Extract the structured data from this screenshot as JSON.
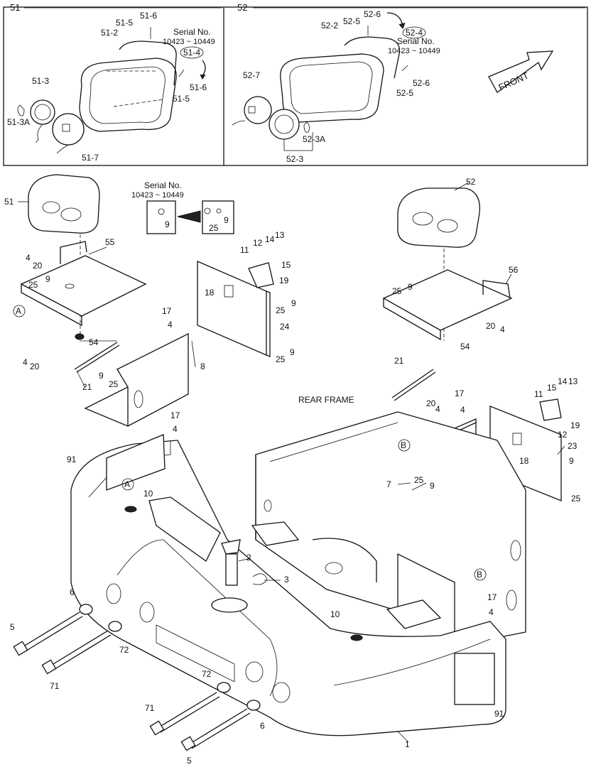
{
  "panels": {
    "left_title": "51",
    "right_title": "52"
  },
  "detail_51": {
    "labels": [
      "51-6",
      "51-5",
      "51-2",
      "51-3",
      "51-3A",
      "51-7",
      "51-6",
      "51-5"
    ],
    "serial_label": "Serial No.",
    "serial_range": "10423 ~ 10449",
    "serial_ref": "51-4"
  },
  "detail_52": {
    "labels": [
      "52-6",
      "52-5",
      "52-2",
      "52-7",
      "52-3A",
      "52-3",
      "52-6",
      "52-5"
    ],
    "serial_label": "Serial No.",
    "serial_range": "10423 ~ 10449",
    "serial_ref": "52-4"
  },
  "front_label": "FRONT",
  "serial_note": {
    "label": "Serial No.",
    "range": "10423 ~ 10449",
    "before": "9",
    "after_a": "25",
    "after_b": "9"
  },
  "rear_frame_label": "REAR FRAME",
  "callouts_left": [
    "51",
    "55",
    "4",
    "20",
    "25",
    "9",
    "54",
    "4",
    "20",
    "21",
    "9",
    "25",
    "17",
    "4",
    "8",
    "17",
    "4",
    "91",
    "10",
    "2",
    "3",
    "6",
    "5",
    "72",
    "71",
    "72",
    "71",
    "6",
    "5",
    "1"
  ],
  "callouts_panel_left": [
    "11",
    "12",
    "14",
    "13",
    "15",
    "19",
    "18",
    "25",
    "9",
    "24",
    "25",
    "9"
  ],
  "callouts_right": [
    "52",
    "56",
    "25",
    "9",
    "20",
    "4",
    "54",
    "21",
    "20",
    "4",
    "17",
    "4",
    "7",
    "25",
    "9",
    "11",
    "15",
    "14",
    "13",
    "19",
    "12",
    "23",
    "18",
    "9",
    "25",
    "17",
    "4",
    "10",
    "91"
  ],
  "circle_markers": [
    "A",
    "A",
    "B",
    "B"
  ]
}
